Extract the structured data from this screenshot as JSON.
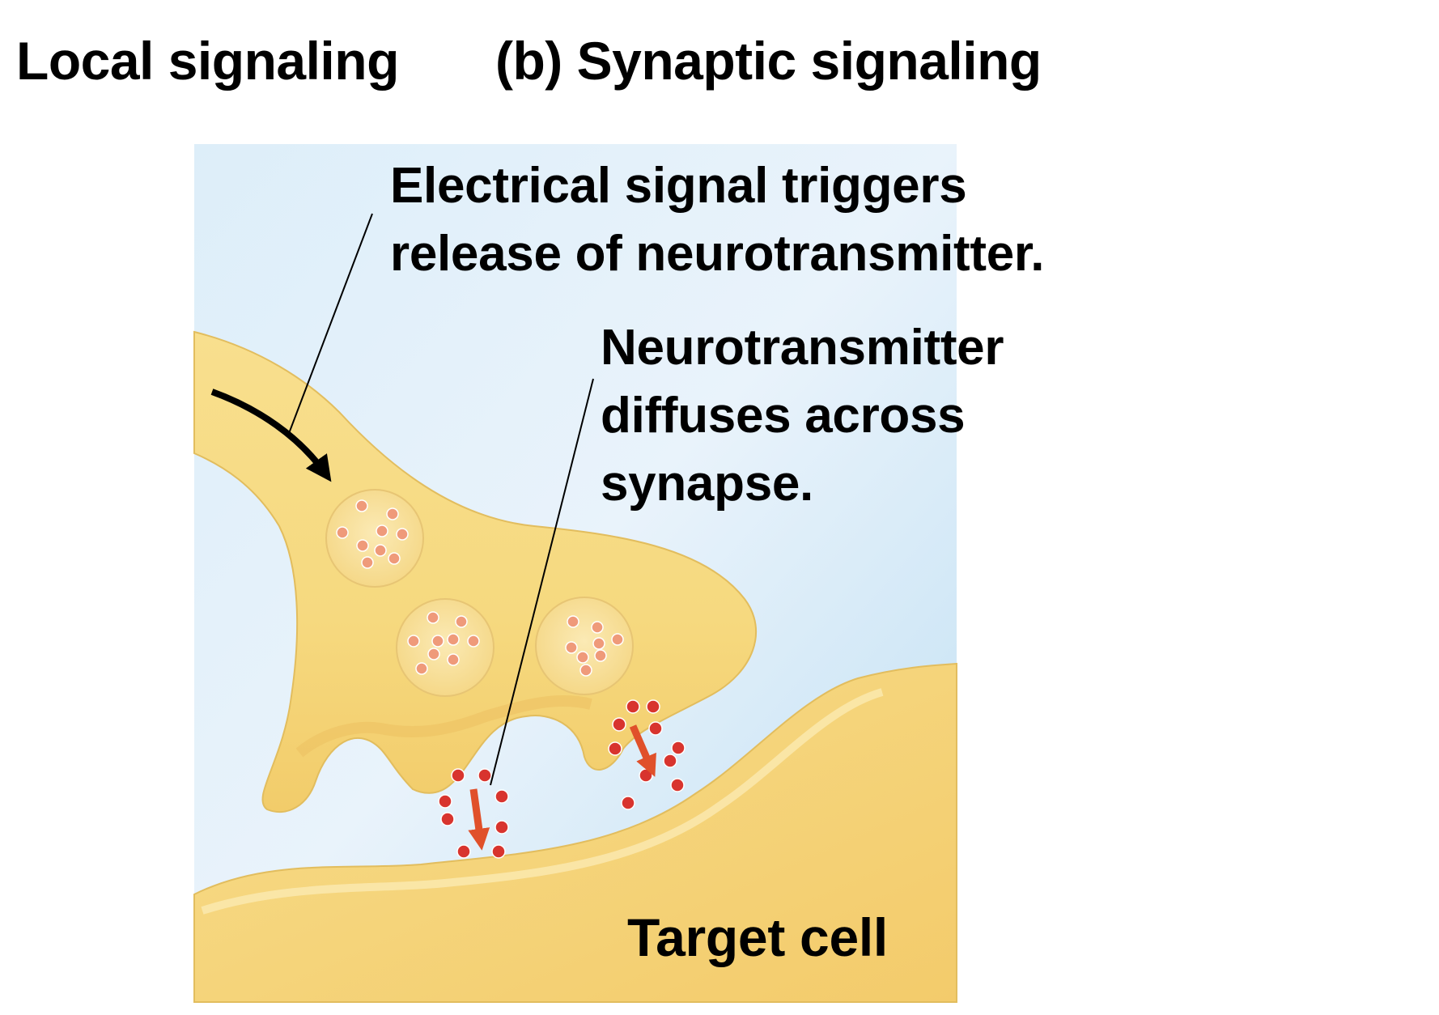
{
  "titles": {
    "left": "Local signaling",
    "right": "(b) Synaptic signaling"
  },
  "labels": {
    "electrical": [
      "Electrical signal triggers",
      "release of neurotransmitter."
    ],
    "neurotransmitter": [
      "Neurotransmitter",
      "diffuses across",
      "synapse."
    ],
    "target": "Target cell"
  },
  "colors": {
    "background_fluid": "#c9e3f4",
    "cell": "#f5d77e",
    "cell_edge": "#d9b352",
    "vesicle_dot": "#ef9a7a",
    "released_dot": "#d8342e",
    "arrow_red": "#e0502a",
    "arrow_black": "#000000"
  },
  "icons": {
    "signal_arrow": "curved-black-arrow-icon",
    "diffusion_arrow": "red-down-arrow-icon"
  }
}
